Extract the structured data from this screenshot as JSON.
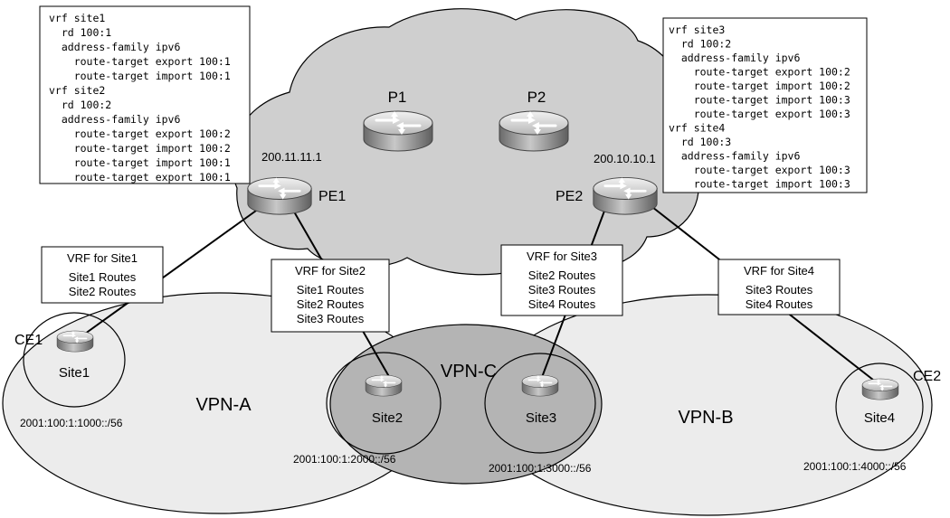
{
  "cloud_routers": [
    {
      "name": "P1"
    },
    {
      "name": "P2"
    }
  ],
  "pe": [
    {
      "name": "PE1",
      "address": "200.11.11.1"
    },
    {
      "name": "PE2",
      "address": "200.10.10.1"
    }
  ],
  "ce": [
    {
      "name": "CE1"
    },
    {
      "name": "CE2"
    }
  ],
  "config_left": [
    "vrf site1",
    " rd 100:1",
    " address-family ipv6",
    "  route-target export 100:1",
    "  route-target import 100:1",
    "vrf site2",
    " rd 100:2",
    " address-family ipv6",
    "  route-target export 100:2",
    "  route-target import 100:2",
    "  route-target import 100:1",
    "  route-target export 100:1"
  ],
  "config_right": [
    "vrf site3",
    " rd 100:2",
    " address-family ipv6",
    "  route-target export 100:2",
    "  route-target import 100:2",
    "  route-target import 100:3",
    "  route-target export 100:3",
    "vrf site4",
    " rd 100:3",
    " address-family ipv6",
    "  route-target export 100:3",
    "  route-target import 100:3"
  ],
  "vrf_tables": [
    {
      "title": "VRF for Site1",
      "routes": [
        "Site1 Routes",
        "Site2 Routes"
      ]
    },
    {
      "title": "VRF for Site2",
      "routes": [
        "Site1 Routes",
        "Site2 Routes",
        "Site3 Routes"
      ]
    },
    {
      "title": "VRF for Site3",
      "routes": [
        "Site2 Routes",
        "Site3 Routes",
        "Site4 Routes"
      ]
    },
    {
      "title": "VRF for Site4",
      "routes": [
        "Site3 Routes",
        "Site4 Routes"
      ]
    }
  ],
  "vpns": [
    {
      "name": "VPN-A"
    },
    {
      "name": "VPN-B"
    },
    {
      "name": "VPN-C"
    }
  ],
  "sites": [
    {
      "name": "Site1",
      "prefix": "2001:100:1:1000::/56"
    },
    {
      "name": "Site2",
      "prefix": "2001:100:1:2000::/56"
    },
    {
      "name": "Site3",
      "prefix": "2001:100:1:3000::/56"
    },
    {
      "name": "Site4",
      "prefix": "2001:100:1:4000::/56"
    }
  ],
  "colors": {
    "cloud": "#cfcfcf",
    "vpn_light": "#ececec",
    "vpn_c": "#b4b4b4",
    "router_body": "#a8a8a8"
  }
}
